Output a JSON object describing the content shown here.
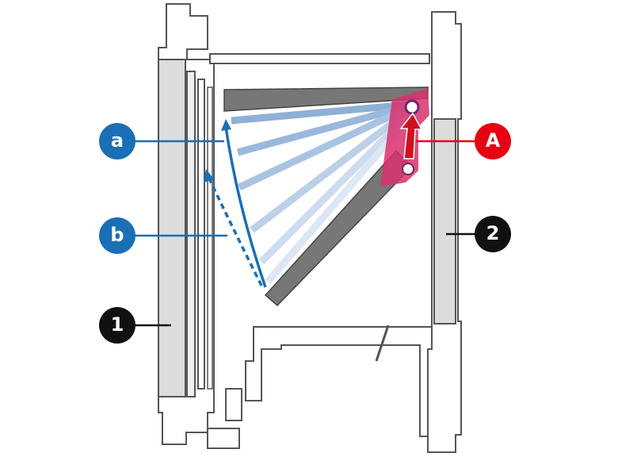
{
  "labels": {
    "a": "a",
    "b": "b",
    "A": "A",
    "one": "1",
    "two": "2"
  },
  "colors": {
    "blue_label": "#1a6fb5",
    "red_label": "#e60012",
    "black_label": "#111111",
    "pink_bracket": "#d9306e",
    "red_arrow": "#d0101e",
    "frame_gray": "#dcdcdc"
  }
}
